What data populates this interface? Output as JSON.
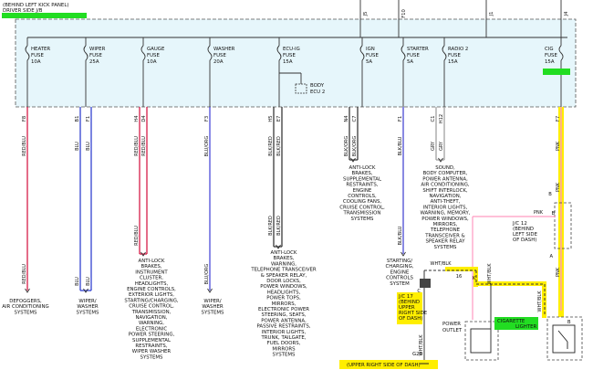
{
  "junction_block": {
    "label_line1": "(BEHIND LEFT KICK PANEL)",
    "label_line2": "DRIVER SIDE J/B"
  },
  "top_pins": [
    "J5",
    "F10",
    "J1",
    "J4"
  ],
  "fuses": [
    {
      "name": "HEATER",
      "line2": "FUSE",
      "rating": "10A",
      "pins": [
        "F8"
      ],
      "wire_colors": [
        "RED/BLU"
      ]
    },
    {
      "name": "WIPER",
      "line2": "FUSE",
      "rating": "25A",
      "pins": [
        "B1",
        "F1"
      ],
      "wire_colors": [
        "BLU",
        "BLU"
      ]
    },
    {
      "name": "GAUGE",
      "line2": "FUSE",
      "rating": "10A",
      "pins": [
        "H4",
        "D4"
      ],
      "wire_colors": [
        "RED/BLU",
        "RED/BLU"
      ]
    },
    {
      "name": "WASHER",
      "line2": "FUSE",
      "rating": "20A",
      "pins": [
        "F3"
      ],
      "wire_colors": [
        "BLU/ORG"
      ]
    },
    {
      "name": "ECU-IG",
      "line2": "FUSE",
      "rating": "15A",
      "pins": [
        "H5",
        "E7"
      ],
      "wire_colors": [
        "BLK/RED",
        "BLK/RED"
      ]
    },
    {
      "name": "IGN",
      "line2": "FUSE",
      "rating": "5A",
      "pins": [
        "N4",
        "C7"
      ],
      "wire_colors": [
        "BLK/ORG",
        "BLK/ORG"
      ]
    },
    {
      "name": "STARTER",
      "line2": "FUSE",
      "rating": "5A",
      "pins": [
        "F1"
      ],
      "wire_colors": [
        "BLK/BLU"
      ]
    },
    {
      "name": "RADIO 2",
      "line2": "FUSE",
      "rating": "15A",
      "pins": [
        "C1",
        "H12"
      ],
      "wire_colors": [
        "GRY",
        "GRY"
      ]
    },
    {
      "name": "CIG",
      "line2": "FUSE",
      "rating": "15A",
      "pins": [
        "F7"
      ],
      "wire_colors": [
        "PNK"
      ]
    }
  ],
  "body_ecu": {
    "line1": "BODY",
    "line2": "ECU 2"
  },
  "mid_labels": {
    "ecu_ig_lower_wires": [
      "BLK/RED",
      "BLK/RED"
    ],
    "gauge_lower_wire": "RED/BLU",
    "heater_lower_wire": "RED/BLU",
    "wiper_lower_wires": [
      "BLU",
      "BLU"
    ],
    "washer_lower_wire": "BLU/ORG",
    "starter_lower_wire": "BLK/BLU"
  },
  "destinations": {
    "heater": [
      "DEFOGGERS,",
      "AIR CONDITIONING",
      "SYSTEMS"
    ],
    "wiper": [
      "WIPER/",
      "WASHER",
      "SYSTEMS"
    ],
    "gauge": [
      "ANTI-LOCK",
      "BRAKES,",
      "INSTRUMENT",
      "CLUSTER,",
      "HEADLIGHTS,",
      "ENGINE CONTROLS,",
      "EXTERIOR LIGHTS,",
      "STARTING/CHARGING,",
      "CRUISE CONTROL,",
      "TRANSMISSION,",
      "NAVIGATION,",
      "WARNING,",
      "ELECTRONIC",
      "POWER STEERING,",
      "SUPPLEMENTAL",
      "RESTRAINTS,",
      "WIPER WASHER",
      "SYSTEMS"
    ],
    "washer": [
      "WIPER/",
      "WASHER",
      "SYSTEMS"
    ],
    "ecu_ig": [
      "ANTI-LOCK",
      "BRAKES,",
      "WARNING,",
      "TELEPHONE TRANSCEIVER",
      "& SPEAKER RELAY,",
      "DOOR LOCKS,",
      "POWER WINDOWS,",
      "HEADLIGHTS,",
      "POWER TOPS,",
      "MIRRORS,",
      "ELECTRONIC POWER",
      "STEERING, SEATS,",
      "POWER ANTENNA,",
      "PASSIVE RESTRAINTS,",
      "INTERIOR LIGHTS,",
      "TRUNK, TAILGATE,",
      "FUEL DOORS,",
      "MIRRORS",
      "SYSTEMS"
    ],
    "ign": [
      "ANTI-LOCK",
      "BRAKES,",
      "SUPPLEMENTAL",
      "RESTRAINTS,",
      "ENGINE",
      "CONTROLS,",
      "COOLING FANS,",
      "CRUISE CONTROL,",
      "TRANSMISSION",
      "SYSTEMS"
    ],
    "starter": [
      "STARTING/",
      "CHARGING,",
      "ENGINE",
      "CONTROLS",
      "SYSTEM"
    ],
    "radio": [
      "SOUND,",
      "BODY COMPUTER,",
      "POWER ANTENNA,",
      "AIR CONDITIONING,",
      "SHIFT INTERLOCK,",
      "NAVIGATION,",
      "ANTI-THEFT,",
      "INTERIOR LIGHTS,",
      "WARNING, MEMORY,",
      "POWER WINDOWS,",
      "MIRRORS,",
      "TELEPHONE",
      "TRANSCEIVER &",
      "SPEAKER RELAY",
      "SYSTEMS"
    ]
  },
  "jc12": {
    "line1": "J/C 12",
    "line2": "(BEHIND",
    "line3": "LEFT SIDE",
    "line4": "OF DASH)",
    "pin_b_top": "B",
    "pin_b": "B",
    "pin_a": "A",
    "pnk_label": "PNK"
  },
  "jc17": {
    "line1": "J/C 17",
    "line2": "(BEHIND",
    "line3": "UPPER",
    "line4": "RIGHT SIDE",
    "line5": "OF DASH)",
    "pin_c": "C",
    "pin_k": "K"
  },
  "wht_blk": "WHT/BLK",
  "pin_16": "16",
  "cig_pnk_lower": [
    "PNK",
    "PNK"
  ],
  "cig_pin_b2": "B",
  "power_outlet": {
    "line1": "POWER",
    "line2": "OUTLET"
  },
  "cigarette_lighter": {
    "line1": "CIGARETTE",
    "line2": "LIGHTER"
  },
  "ground": {
    "name": "G20",
    "location": "(UPPER RIGHT SIDE OF DASH)"
  },
  "colors": {
    "red_blu": "#d10a3a",
    "blu": "#2233cc",
    "blu_org": "#3d3dd6",
    "blk_red": "#2a2a2a",
    "blk_org": "#2a2a2a",
    "blk_blu": "#3b3bcf",
    "gry": "#9a9a9a",
    "pnk": "#ff9ac0",
    "highlight": "#ffee00",
    "green_marker": "#22dd22",
    "junction_fill": "#e6f6fb"
  }
}
